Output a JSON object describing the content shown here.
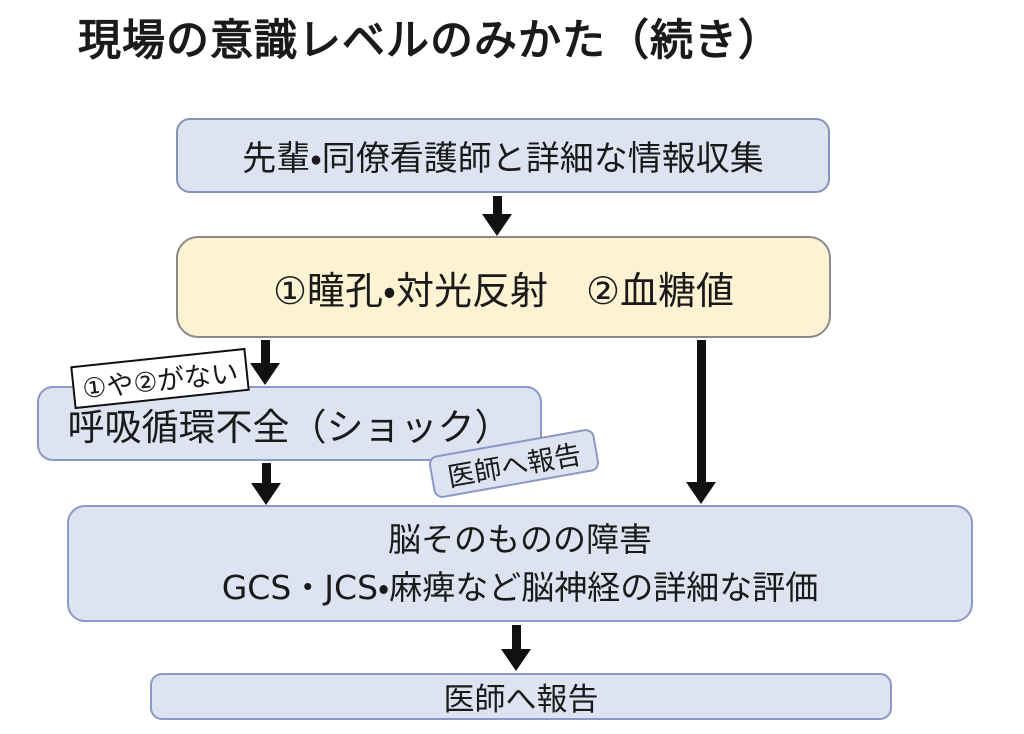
{
  "title": "現場の意識レベルのみかた（続き）",
  "flowchart": {
    "nodes": {
      "info_gathering": "先輩・同僚看護師と詳細な情報収集",
      "pupil_glucose_check": "①瞳孔・対光反射　②血糖値",
      "shock": "呼吸循環不全（ショック）",
      "brain_disorder_line1": "脳そのものの障害",
      "brain_disorder_line2": "GCS・JCS・麻痺など脳神経の詳細な評価",
      "report_to_doctor": "医師へ報告"
    },
    "tags": {
      "condition_missing": "①や②がない",
      "report_to_doctor": "医師へ報告"
    }
  },
  "colors": {
    "background": "#ffffff",
    "node_fill_blue": "#dee3f1",
    "node_border_blue": "#8c99c7",
    "node_fill_yellow": "#fdf3d2",
    "node_border_gray": "#898989",
    "tag_border_black": "#111111",
    "arrow": "#111111",
    "text": "#1a1a1a"
  }
}
